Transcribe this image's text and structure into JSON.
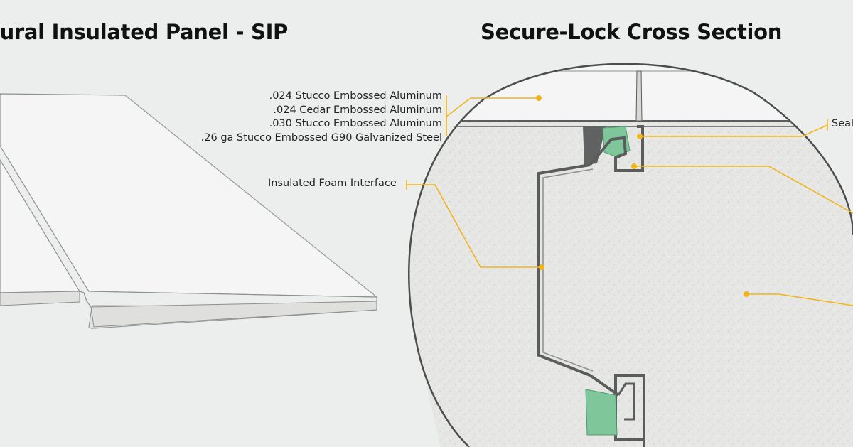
{
  "titles": {
    "left": "tural Insulated Panel - SIP",
    "right": "Secure-Lock Cross Section"
  },
  "callouts": {
    "layers": [
      ".024 Stucco Embossed Aluminum",
      ".024 Cedar Embossed Aluminum",
      ".030 Stucco Embossed Aluminum",
      ".26 ga Stucco Embossed G90 Galvanized Steel"
    ],
    "foam_interface": "Insulated Foam Interface",
    "sealant_partial": "Seal"
  },
  "colors": {
    "background": "#eceeed",
    "callout_line": "#f2b419",
    "panel_face": "#f4f5f4",
    "foam": "#e6e7e5",
    "seal_green": "#7fc79a",
    "steel_outline": "#5a5d5c"
  }
}
